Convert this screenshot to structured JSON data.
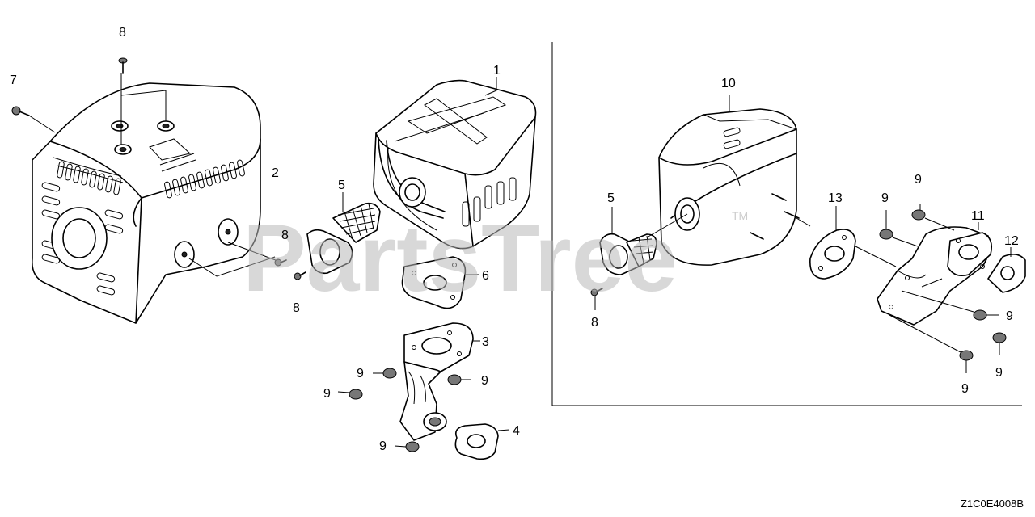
{
  "watermark": {
    "text": "PartsTree",
    "mark": "TM"
  },
  "diagram_code": "Z1C0E4008B",
  "callouts": {
    "c1": "1",
    "c2": "2",
    "c3": "3",
    "c4": "4",
    "c5a": "5",
    "c5b": "5",
    "c6": "6",
    "c7": "7",
    "c8a": "8",
    "c8b": "8",
    "c8c": "8",
    "c8d": "8",
    "c9a": "9",
    "c9b": "9",
    "c9c": "9",
    "c9d": "9",
    "c9e": "9",
    "c9f": "9",
    "c9g": "9",
    "c9h": "9",
    "c10": "10",
    "c11": "11",
    "c12": "12",
    "c13": "13"
  },
  "colors": {
    "line": "#000000",
    "watermark": "#b9b9b9",
    "background": "#ffffff"
  }
}
